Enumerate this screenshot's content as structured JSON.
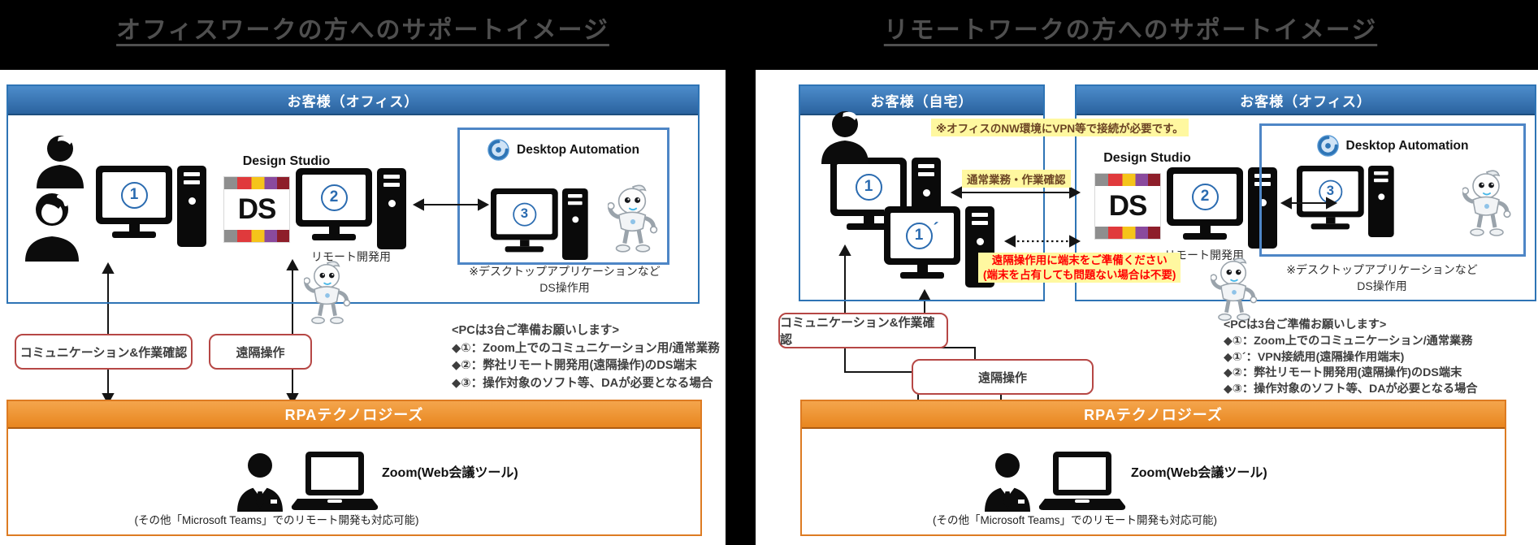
{
  "colors": {
    "accent_blue": "#2E74B5",
    "accent_orange": "#ED7D31",
    "connector_red": "#B64745",
    "highlight_yellow": "#FFF8A0",
    "warning_red": "#FF0000"
  },
  "left": {
    "title": "オフィスワークの方へのサポートイメージ",
    "customer": {
      "header": "お客様（オフィス）"
    },
    "pc1": {
      "num": "1"
    },
    "design_studio": {
      "label": "Design Studio",
      "icon_text": "DS"
    },
    "pc2": {
      "num": "2"
    },
    "remote_dev_label": "リモート開発用",
    "da": {
      "label": "Desktop Automation"
    },
    "pc3": {
      "num": "3"
    },
    "da_note1": "※デスクトップアプリケーションなど",
    "da_note2": "DS操作用",
    "connector_communication": "コミュニケーション&作業確認",
    "connector_remote": "遠隔操作",
    "pc_notes": {
      "heading": "<PCは3台ご準備お願いします>",
      "items": [
        "◆①：Zoom上でのコミュニケーション用/通常業務",
        "◆②：弊社リモート開発用(遠隔操作)のDS端末",
        "◆③：操作対象のソフト等、DAが必要となる場合"
      ]
    },
    "rpa": {
      "header": "RPAテクノロジーズ",
      "tool": "Zoom(Web会議ツール)",
      "note": "(その他「Microsoft Teams」でのリモート開発も対応可能)"
    }
  },
  "right": {
    "title": "リモートワークの方へのサポートイメージ",
    "home": {
      "header": "お客様（自宅）",
      "vpn_note": "※オフィスのNW環境にVPN等で接続が必要です。",
      "work_label": "通常業務・作業確認",
      "terminal_note1": "遠隔操作用に端末をご準備ください",
      "terminal_note2": "(端末を占有しても問題ない場合は不要)"
    },
    "pc1": {
      "num": "1"
    },
    "pc1b": {
      "num": "1",
      "prime": "´"
    },
    "office": {
      "header": "お客様（オフィス）"
    },
    "design_studio": {
      "label": "Design Studio",
      "icon_text": "DS"
    },
    "pc2": {
      "num": "2"
    },
    "remote_dev_label": "リモート開発用",
    "da": {
      "label": "Desktop Automation"
    },
    "pc3": {
      "num": "3"
    },
    "da_note1": "※デスクトップアプリケーションなど",
    "da_note2": "DS操作用",
    "connector_communication": "コミュニケーション&作業確認",
    "connector_remote": "遠隔操作",
    "pc_notes": {
      "heading": "<PCは3台ご準備お願いします>",
      "items": [
        "◆①：Zoom上でのコミュニケーション/通常業務",
        "◆①´：VPN接続用(遠隔操作用端末)",
        "◆②：弊社リモート開発用(遠隔操作)のDS端末",
        "◆③：操作対象のソフト等、DAが必要となる場合"
      ]
    },
    "rpa": {
      "header": "RPAテクノロジーズ",
      "tool": "Zoom(Web会議ツール)",
      "note": "(その他「Microsoft Teams」でのリモート開発も対応可能)"
    }
  }
}
